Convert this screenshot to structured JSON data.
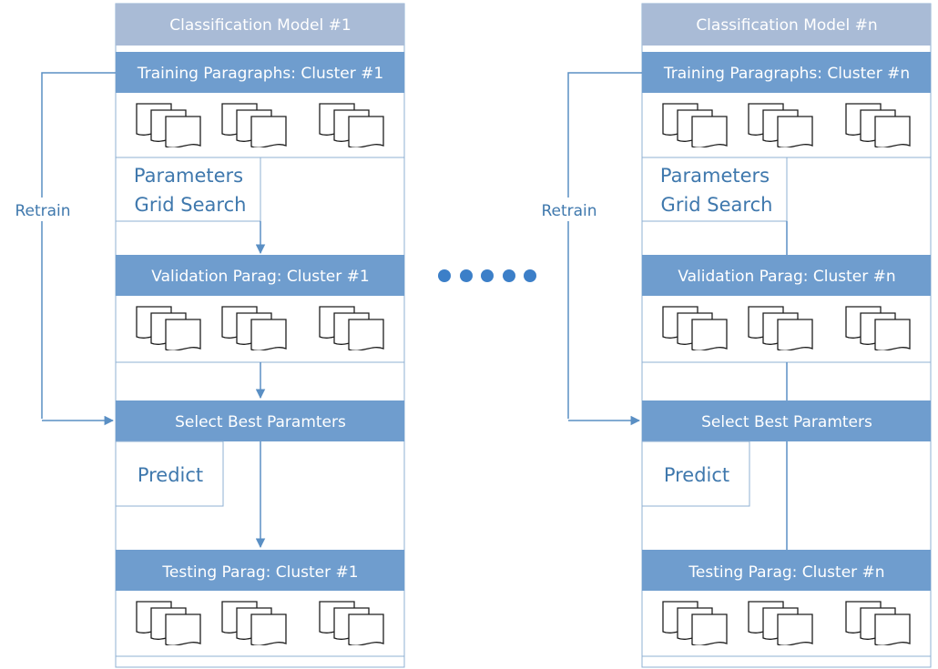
{
  "colors": {
    "header_fill": "#6f9dce",
    "title_fill": "#a9bbd6",
    "line": "#5a8fc4",
    "text_accent": "#3f78ad",
    "doc_stroke": "#1f1f1f",
    "dot": "#3c7fc8"
  },
  "icons": {
    "document_stack": "stacked-documents-icon",
    "ellipsis": "ellipsis-dots"
  },
  "models": [
    {
      "title": "Classification Model #1",
      "training_header": "Training Paragraphs: Cluster #1",
      "grid_search_label": [
        "Parameters",
        "Grid Search"
      ],
      "validation_header": "Validation Parag: Cluster #1",
      "select_header": "Select Best Paramters",
      "predict_label": "Predict",
      "testing_header": "Testing Parag: Cluster #1",
      "retrain_label": "Retrain"
    },
    {
      "title": "Classification Model #n",
      "training_header": "Training Paragraphs: Cluster #n",
      "grid_search_label": [
        "Parameters",
        "Grid Search"
      ],
      "validation_header": "Validation Parag: Cluster #n",
      "select_header": "Select Best Paramters",
      "predict_label": "Predict",
      "testing_header": "Testing Parag: Cluster #n",
      "retrain_label": "Retrain"
    }
  ]
}
